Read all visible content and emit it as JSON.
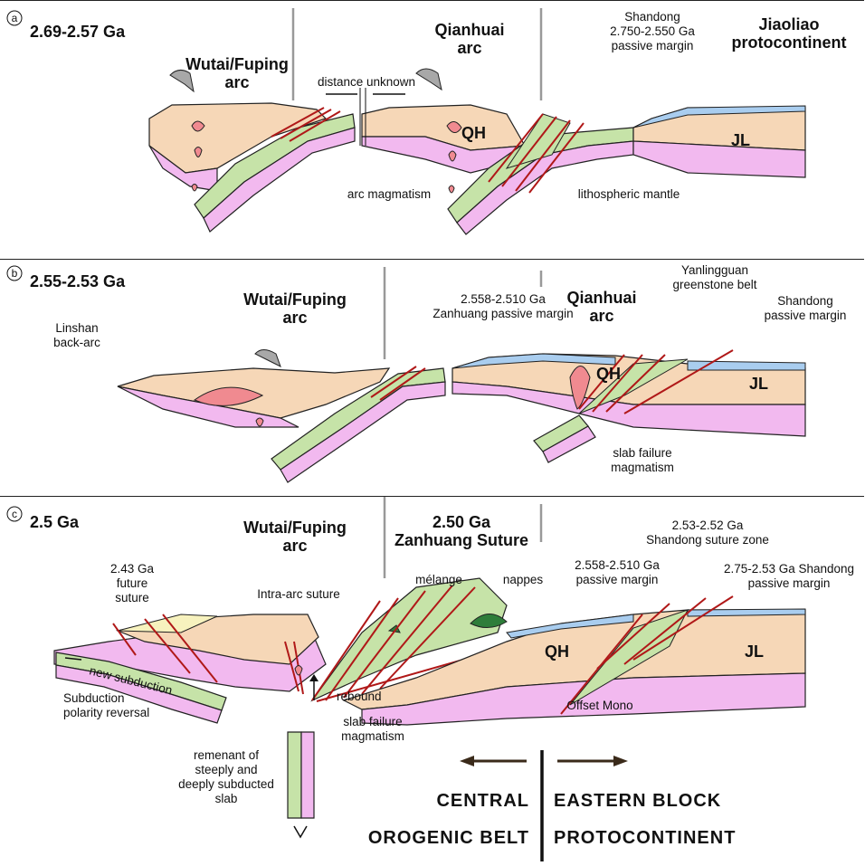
{
  "panels": [
    {
      "letter": "a",
      "age": "2.69-2.57 Ga",
      "labels": {
        "wutai_1": "Wutai/Fuping",
        "wutai_2": "arc",
        "distance": "distance unknown",
        "qianhuai_1": "Qianhuai",
        "qianhuai_2": "arc",
        "qh": "QH",
        "shandong_1": "Shandong",
        "shandong_2": "2.750-2.550 Ga",
        "shandong_3": "passive margin",
        "jiaoliao_1": "Jiaoliao",
        "jiaoliao_2": "protocontinent",
        "jl": "JL",
        "arc_magmatism": "arc magmatism",
        "litho_mantle": "lithospheric mantle"
      }
    },
    {
      "letter": "b",
      "age": "2.55-2.53 Ga",
      "labels": {
        "linshan_1": "Linshan",
        "linshan_2": "back-arc",
        "wutai_1": "Wutai/Fuping",
        "wutai_2": "arc",
        "zanhuang_1": "2.558-2.510 Ga",
        "zanhuang_2": "Zanhuang passive margin",
        "qianhuai_1": "Qianhuai",
        "qianhuai_2": "arc",
        "qh": "QH",
        "yanling_1": "Yanlingguan",
        "yanling_2": "greenstone belt",
        "shandong_1": "Shandong",
        "shandong_2": "passive margin",
        "jl": "JL",
        "slab_1": "slab failure",
        "slab_2": "magmatism"
      }
    },
    {
      "letter": "c",
      "age": "2.5 Ga",
      "labels": {
        "wutai_1": "Wutai/Fuping",
        "wutai_2": "arc",
        "suture_1": "2.50 Ga",
        "suture_2": "Zanhuang Suture",
        "future_1": "2.43 Ga",
        "future_2": "future",
        "future_3": "suture",
        "intra_arc": "Intra-arc suture",
        "melange": "mélange",
        "nappes": "nappes",
        "pm_1": "2.558-2.510 Ga",
        "pm_2": "passive margin",
        "ssz_1": "2.53-2.52 Ga",
        "ssz_2": "Shandong suture zone",
        "sdpm_1": "2.75-2.53 Ga Shandong",
        "sdpm_2": "passive margin",
        "qh": "QH",
        "jl": "JL",
        "new_sub": "new subduction",
        "rev_1": "Subduction",
        "rev_2": "polarity reversal",
        "rebound": "rebound",
        "slab_1": "slab failure",
        "slab_2": "magmatism",
        "offset": "Offset Mono",
        "rem_1": "remenant of",
        "rem_2": "steeply and",
        "rem_3": "deeply subducted",
        "rem_4": "slab"
      }
    }
  ],
  "blocks": {
    "central_1": "CENTRAL",
    "central_2": "OROGENIC BELT",
    "eastern_1": "EASTERN BLOCK",
    "eastern_2": "PROTOCONTINENT"
  },
  "colors": {
    "crust": "#f6d7b7",
    "mantle": "#f2b9ef",
    "slab": "#c6e3a8",
    "passive_margin": "#a9cdef",
    "arc_top": "#f7f2be",
    "thrust": "#b01818",
    "melt": "#f08a90",
    "volcano": "#a8a8a8"
  }
}
